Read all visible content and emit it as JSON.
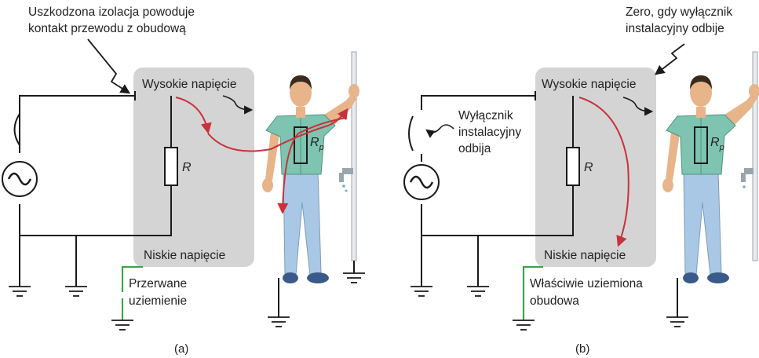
{
  "colors": {
    "wire": "#1a1a1a",
    "current": "#c8323a",
    "ground_break": "#3aa64a",
    "housing": "#d4d4d4",
    "shirt": "#7fc4b0",
    "pants": "#a8c8e6",
    "skin": "#e8b48a",
    "hair": "#3a2a1e"
  },
  "panel_a": {
    "fault_note": [
      "Uszkodzona izolacja powoduje",
      "kontakt przewodu z obudową"
    ],
    "high_voltage": "Wysokie napięcie",
    "low_voltage": "Niskie napięcie",
    "resistor": "R",
    "person_resistor": "R",
    "person_resistor_sub": "p",
    "ground_label": [
      "Przerwane",
      "uziemienie"
    ],
    "caption": "(a)"
  },
  "panel_b": {
    "zero_note": [
      "Zero, gdy wyłącznik",
      "instalacyjny odbije"
    ],
    "breaker_label": [
      "Wyłącznik",
      "instalacyjny",
      "odbija"
    ],
    "high_voltage": "Wysokie napięcie",
    "low_voltage": "Niskie napięcie",
    "resistor": "R",
    "person_resistor": "R",
    "person_resistor_sub": "p",
    "ground_label": [
      "Właściwie uziemiona",
      "obudowa"
    ],
    "caption": "(b)"
  },
  "icons": [
    "ac-source-icon",
    "ground-symbol-icon",
    "water-tap-icon",
    "person-figure"
  ]
}
